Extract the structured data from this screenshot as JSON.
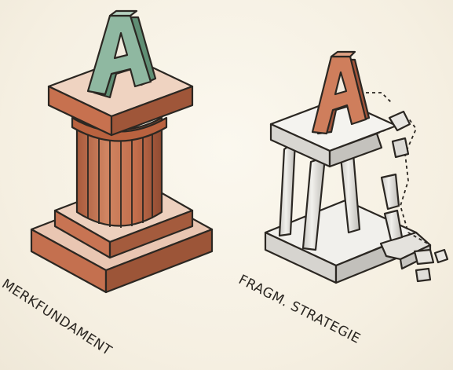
{
  "left_pillar": {
    "label": "MERKFUNDAMENT",
    "letter": "A",
    "letter_color": "#7aa68d",
    "pillar_color": "#c7714f",
    "state": "solid"
  },
  "right_pillar": {
    "label": "FRAGM. STRATEGIE",
    "letter": "A",
    "letter_color": "#c8704e",
    "pillar_color": "#e6e4df",
    "state": "crumbling"
  },
  "colors": {
    "background": "#f5efe1",
    "outline": "#2b2722"
  }
}
